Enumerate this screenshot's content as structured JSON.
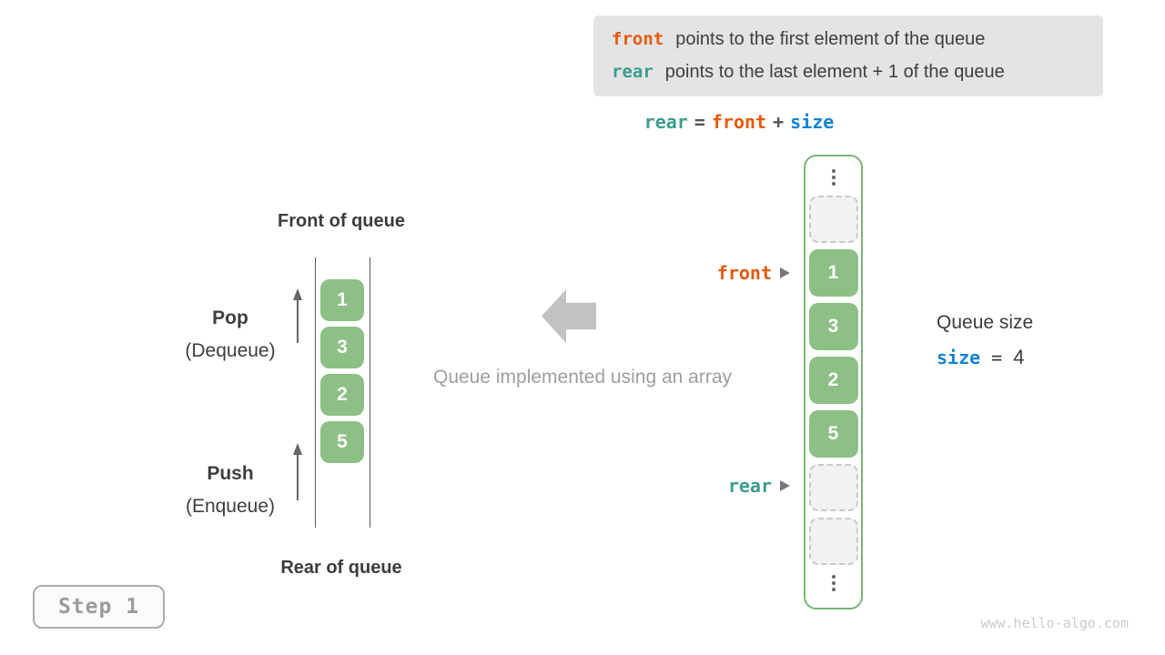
{
  "info_box": {
    "lines": [
      {
        "code": "front",
        "text": "points to the first element of the queue"
      },
      {
        "code": "rear",
        "text": "points to the last element + 1 of the queue"
      }
    ]
  },
  "formula": {
    "rear": "rear",
    "eq": "=",
    "front": "front",
    "plus": "+",
    "size": "size"
  },
  "left_queue": {
    "front_label": "Front of queue",
    "rear_label": "Rear of queue",
    "pop_label": "Pop",
    "pop_sublabel": "(Dequeue)",
    "push_label": "Push",
    "push_sublabel": "(Enqueue)",
    "values": [
      "1",
      "3",
      "2",
      "5"
    ]
  },
  "middle": {
    "caption": "Queue implemented using an array"
  },
  "array_view": {
    "front_label": "front",
    "rear_label": "rear",
    "cells": [
      {
        "type": "dots"
      },
      {
        "type": "empty"
      },
      {
        "type": "value",
        "value": "1"
      },
      {
        "type": "value",
        "value": "3"
      },
      {
        "type": "value",
        "value": "2"
      },
      {
        "type": "value",
        "value": "5"
      },
      {
        "type": "empty"
      },
      {
        "type": "empty"
      },
      {
        "type": "dots"
      }
    ]
  },
  "queue_size": {
    "title": "Queue size",
    "code": "size",
    "equals": "=",
    "value": "4"
  },
  "step_badge": {
    "label": "Step 1"
  },
  "watermark": {
    "text": "www.hello-algo.com"
  },
  "colors": {
    "accent_orange": "#e8590c",
    "accent_teal": "#3a9d8e",
    "accent_blue": "#1283d7",
    "cell_green": "#8cc084",
    "array_border_green": "#7ab576",
    "info_box_bg": "#e4e4e4",
    "dark_text": "#3e3e3e",
    "caption_gray": "#9e9e9e",
    "block_arrow_gray": "#c2c2c2",
    "empty_cell_bg": "#f2f2f2",
    "empty_cell_border": "#c9c9c9"
  }
}
